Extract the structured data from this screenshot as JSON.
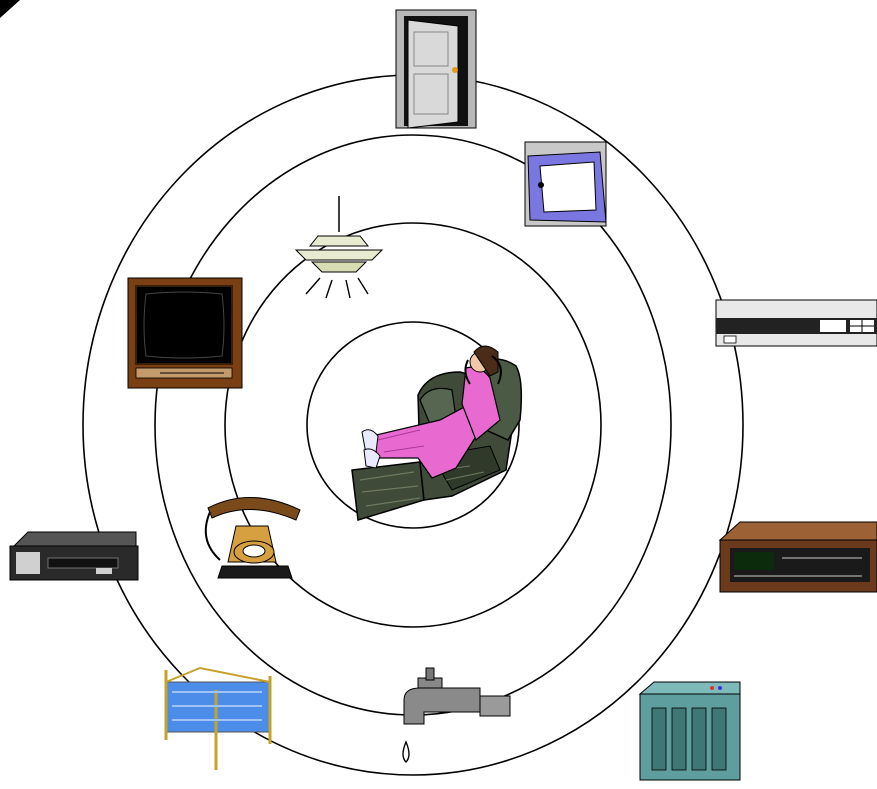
{
  "diagram": {
    "rings": [
      {
        "ring": "inner"
      },
      {
        "ring": "second"
      },
      {
        "ring": "third"
      },
      {
        "ring": "outer"
      }
    ],
    "center": {
      "subject": "person-relaxing-in-recliner-icon"
    },
    "devices": [
      {
        "name": "door-icon",
        "ring": "outer"
      },
      {
        "name": "window-icon",
        "ring": "third"
      },
      {
        "name": "ceiling-lamp-icon",
        "ring": "second"
      },
      {
        "name": "television-icon",
        "ring": "third"
      },
      {
        "name": "stereo-receiver-icon",
        "ring": "outer"
      },
      {
        "name": "alarm-clock-radio-icon",
        "ring": "outer"
      },
      {
        "name": "vcr-icon",
        "ring": "outer"
      },
      {
        "name": "telephone-icon",
        "ring": "second"
      },
      {
        "name": "bed-icon",
        "ring": "outer"
      },
      {
        "name": "water-faucet-icon",
        "ring": "third"
      },
      {
        "name": "radiator-heater-icon",
        "ring": "outer"
      }
    ],
    "colors": {
      "line": "#000000",
      "background": "#ffffff",
      "person_dress": "#e86ad0",
      "chair": "#3f4b38",
      "window_frame": "#7a77e0",
      "clock_display": "#16d616",
      "heater": "#5f9e9e"
    }
  }
}
